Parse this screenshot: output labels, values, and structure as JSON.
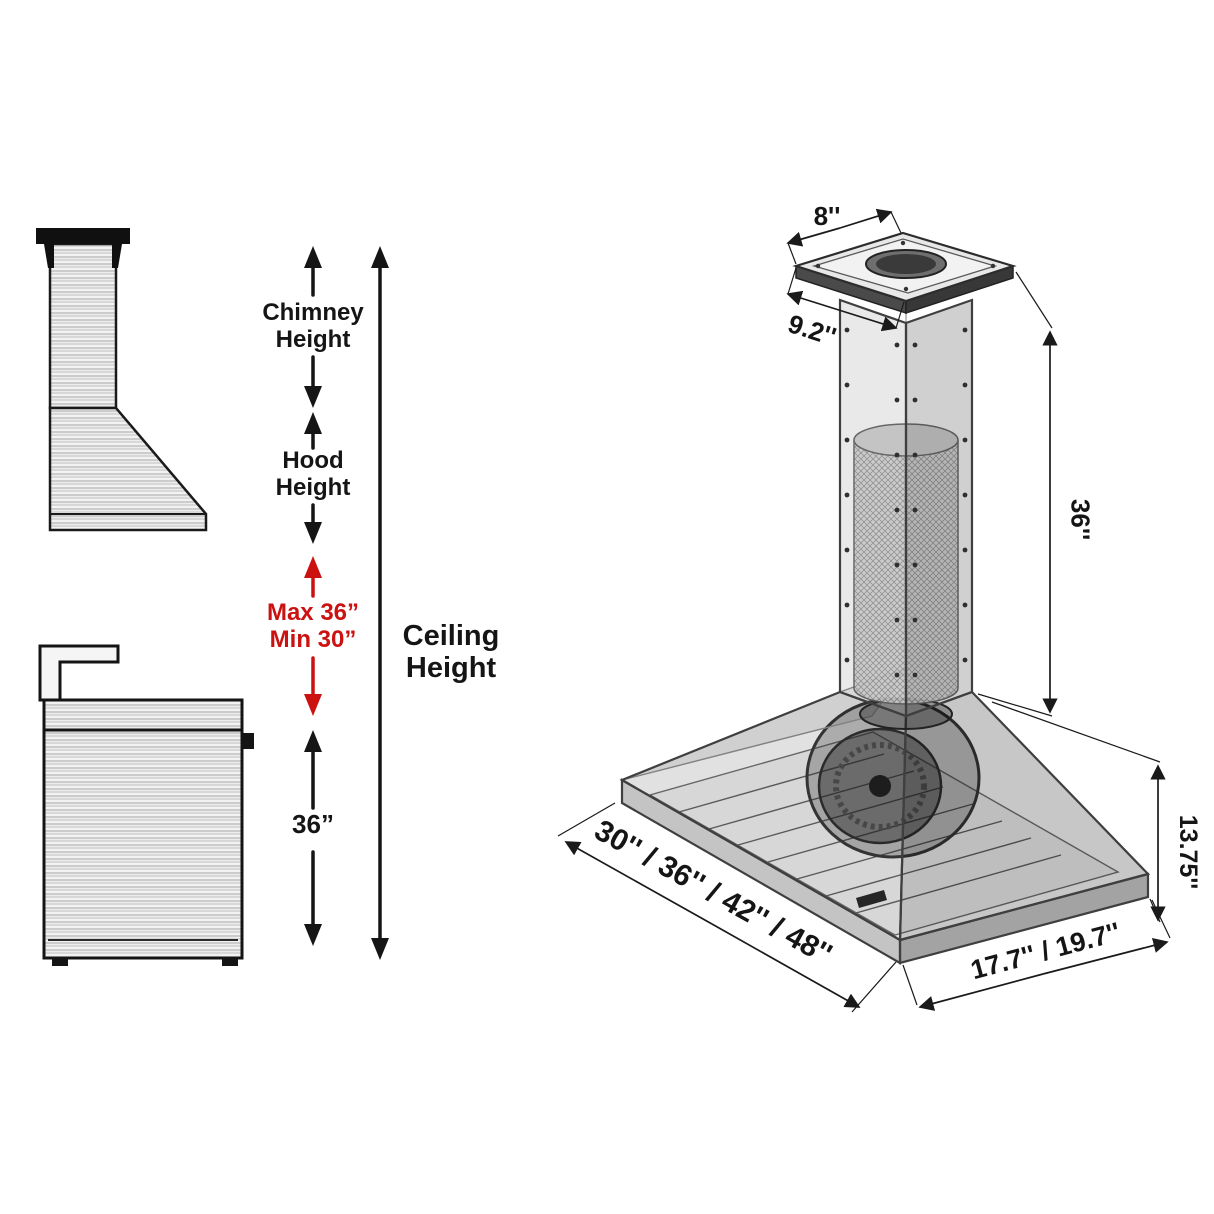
{
  "left_diagram": {
    "chimney_height": {
      "line1": "Chimney",
      "line2": "Height"
    },
    "hood_height": {
      "line1": "Hood",
      "line2": "Height"
    },
    "clearance": {
      "line1": "Max 36”",
      "line2": "Min 30”"
    },
    "range_height": "36”",
    "ceiling_height": {
      "line1": "Ceiling",
      "line2": "Height"
    }
  },
  "right_diagram": {
    "chimney_top_width": "8''",
    "chimney_top_depth": "9.2''",
    "chimney_height": "36''",
    "hood_height": "13.75''",
    "hood_width_options": "30'' / 36'' / 42'' / 48''",
    "hood_depth_options": "17.7'' / 19.7''"
  },
  "colors": {
    "ink": "#151515",
    "accent_red": "#cc1111"
  }
}
